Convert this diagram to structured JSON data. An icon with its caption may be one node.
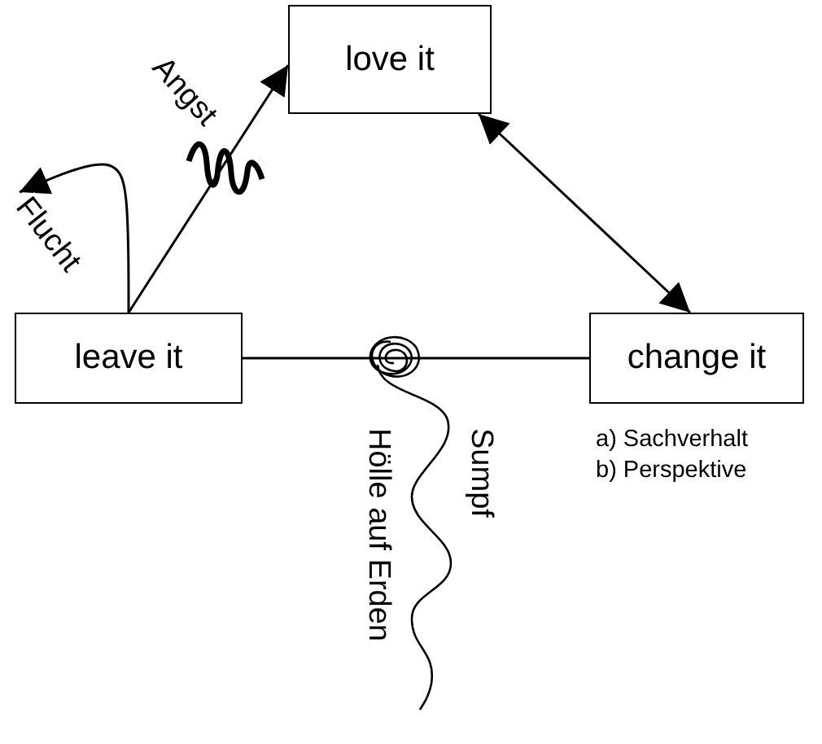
{
  "diagram": {
    "nodes": [
      {
        "text": [
          "love it"
        ]
      },
      {
        "text": [
          "leave it"
        ]
      },
      {
        "text": [
          "change it"
        ],
        "beside": [
          "a) Sachverhalt",
          "b) Perspektive"
        ]
      }
    ],
    "edges": [
      {
        "from": 1,
        "to": 0,
        "arrow": "to",
        "label": "Angst"
      },
      {
        "from": 0,
        "to": 2,
        "arrow": "both"
      },
      {
        "from": 1,
        "to": 2,
        "arrow": "none"
      },
      {
        "from": 1,
        "to": null,
        "arrow": "to",
        "label": "Flucht"
      }
    ],
    "labels": [
      "Sumpf",
      "Hölle auf Erden"
    ]
  }
}
